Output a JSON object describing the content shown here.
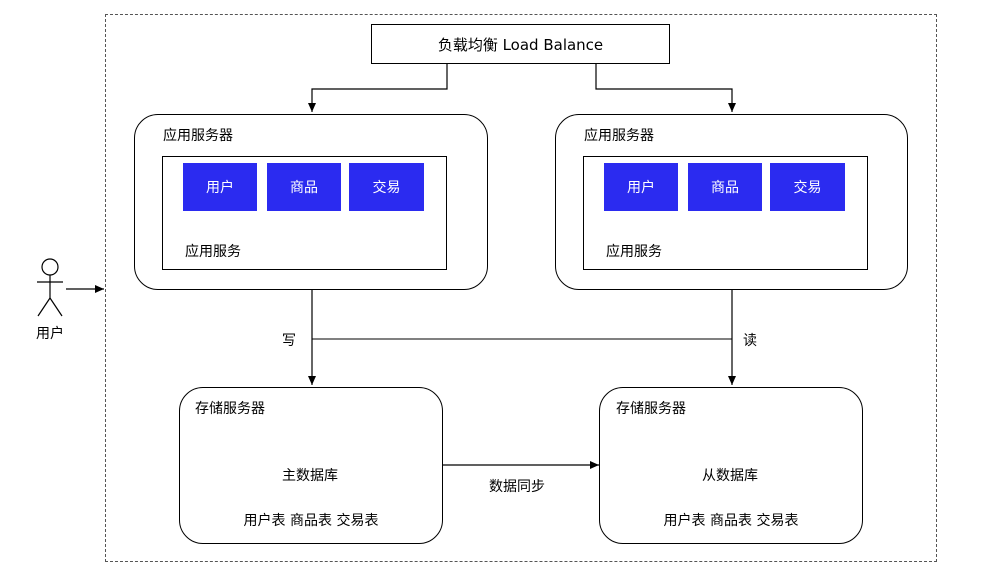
{
  "load_balancer": {
    "label": "负载均衡 Load Balance"
  },
  "app_servers": [
    {
      "title": "应用服务器",
      "modules": [
        "用户",
        "商品",
        "交易"
      ],
      "service_label": "应用服务"
    },
    {
      "title": "应用服务器",
      "modules": [
        "用户",
        "商品",
        "交易"
      ],
      "service_label": "应用服务"
    }
  ],
  "storage_servers": [
    {
      "title": "存储服务器",
      "database": "主数据库",
      "tables": "用户表 商品表 交易表"
    },
    {
      "title": "存储服务器",
      "database": "从数据库",
      "tables": "用户表 商品表 交易表"
    }
  ],
  "edges": {
    "write": "写",
    "read": "读",
    "sync": "数据同步"
  },
  "actor": {
    "label": "用户"
  },
  "colors": {
    "module_fill": "#2b2bf0",
    "module_text": "#ffffff",
    "stroke": "#000000"
  }
}
